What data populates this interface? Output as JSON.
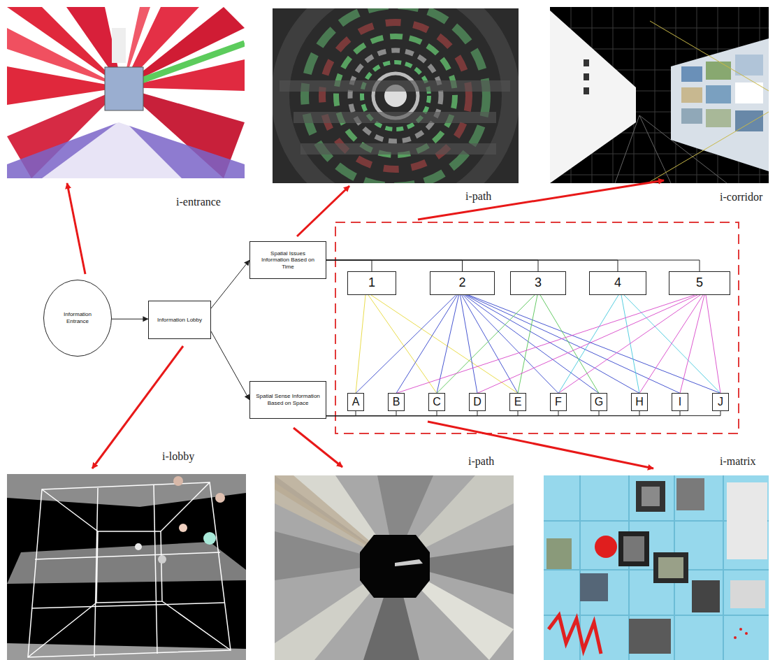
{
  "diagram": {
    "nodes": [
      {
        "text": [
          "Information Entrance"
        ]
      },
      {
        "text": [
          "Information Lobby"
        ]
      },
      {
        "text": [
          "Spatial Issues Information Based on Time"
        ]
      },
      {
        "text": [
          "Spatial Sense Information Based on Space"
        ]
      },
      {
        "text": [
          "1"
        ]
      },
      {
        "text": [
          "2"
        ]
      },
      {
        "text": [
          "3"
        ]
      },
      {
        "text": [
          "4"
        ]
      },
      {
        "text": [
          "5"
        ]
      },
      {
        "text": [
          "A"
        ]
      },
      {
        "text": [
          "B"
        ]
      },
      {
        "text": [
          "C"
        ]
      },
      {
        "text": [
          "D"
        ]
      },
      {
        "text": [
          "E"
        ]
      },
      {
        "text": [
          "F"
        ]
      },
      {
        "text": [
          "G"
        ]
      },
      {
        "text": [
          "H"
        ]
      },
      {
        "text": [
          "I"
        ]
      },
      {
        "text": [
          "J"
        ]
      }
    ],
    "edges": [
      {
        "from": 0,
        "to": 1,
        "arrow": "to"
      },
      {
        "from": 1,
        "to": 2,
        "arrow": "to"
      },
      {
        "from": 1,
        "to": 3,
        "arrow": "to"
      },
      {
        "from": 2,
        "to": 4,
        "arrow": "none"
      },
      {
        "from": 2,
        "to": 5,
        "arrow": "none"
      },
      {
        "from": 2,
        "to": 6,
        "arrow": "none"
      },
      {
        "from": 2,
        "to": 7,
        "arrow": "none"
      },
      {
        "from": 2,
        "to": 8,
        "arrow": "none"
      },
      {
        "from": 3,
        "to": 9,
        "arrow": "none"
      },
      {
        "from": 3,
        "to": 10,
        "arrow": "none"
      },
      {
        "from": 3,
        "to": 11,
        "arrow": "none"
      },
      {
        "from": 3,
        "to": 12,
        "arrow": "none"
      },
      {
        "from": 3,
        "to": 13,
        "arrow": "none"
      },
      {
        "from": 3,
        "to": 14,
        "arrow": "none"
      },
      {
        "from": 3,
        "to": 15,
        "arrow": "none"
      },
      {
        "from": 3,
        "to": 16,
        "arrow": "none"
      },
      {
        "from": 3,
        "to": 17,
        "arrow": "none"
      },
      {
        "from": 3,
        "to": 18,
        "arrow": "none"
      },
      {
        "from": 4,
        "to": 9,
        "arrow": "none"
      },
      {
        "from": 4,
        "to": 11,
        "arrow": "none"
      },
      {
        "from": 4,
        "to": 13,
        "arrow": "none"
      },
      {
        "from": 5,
        "to": 9,
        "arrow": "none"
      },
      {
        "from": 5,
        "to": 10,
        "arrow": "none"
      },
      {
        "from": 5,
        "to": 11,
        "arrow": "none"
      },
      {
        "from": 5,
        "to": 12,
        "arrow": "none"
      },
      {
        "from": 5,
        "to": 13,
        "arrow": "none"
      },
      {
        "from": 5,
        "to": 14,
        "arrow": "none"
      },
      {
        "from": 5,
        "to": 15,
        "arrow": "none"
      },
      {
        "from": 5,
        "to": 16,
        "arrow": "none"
      },
      {
        "from": 5,
        "to": 17,
        "arrow": "none"
      },
      {
        "from": 5,
        "to": 18,
        "arrow": "none"
      },
      {
        "from": 6,
        "to": 11,
        "arrow": "none"
      },
      {
        "from": 6,
        "to": 13,
        "arrow": "none"
      },
      {
        "from": 6,
        "to": 15,
        "arrow": "none"
      },
      {
        "from": 7,
        "to": 14,
        "arrow": "none"
      },
      {
        "from": 7,
        "to": 16,
        "arrow": "none"
      },
      {
        "from": 7,
        "to": 18,
        "arrow": "none"
      },
      {
        "from": 8,
        "to": 10,
        "arrow": "none"
      },
      {
        "from": 8,
        "to": 12,
        "arrow": "none"
      },
      {
        "from": 8,
        "to": 14,
        "arrow": "none"
      },
      {
        "from": 8,
        "to": 16,
        "arrow": "none"
      },
      {
        "from": 8,
        "to": 17,
        "arrow": "none"
      },
      {
        "from": 8,
        "to": 18,
        "arrow": "none"
      }
    ],
    "labels": [
      "i-entrance",
      "i-path",
      "i-corridor",
      "i-lobby",
      "i-path",
      "i-matrix"
    ]
  }
}
